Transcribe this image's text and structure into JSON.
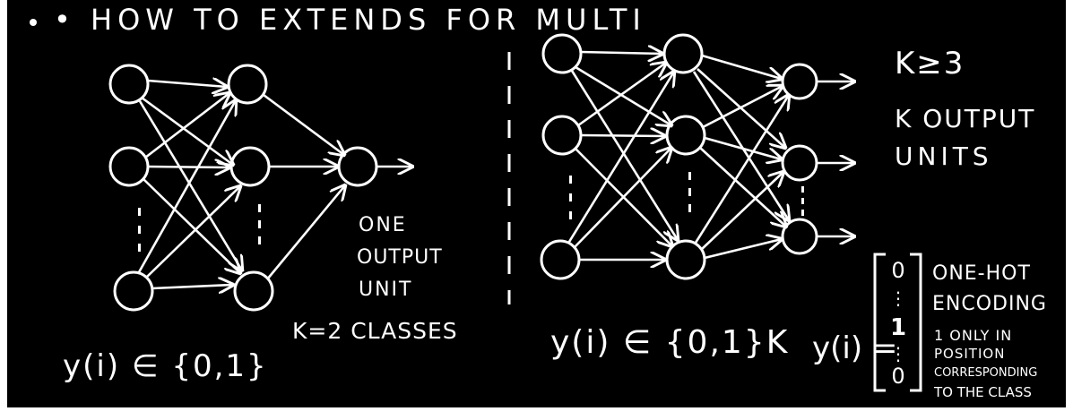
{
  "title": "• HOW TO EXTENDS FOR MULTI",
  "left": {
    "note": "ONE OUTPUT UNIT",
    "note_lines": [
      "ONE",
      "OUTPUT",
      "UNIT"
    ],
    "classes": "K=2 CLASSES",
    "label_y": "y(i) ∈ {0,1}"
  },
  "right": {
    "k_condition": "K≥3",
    "note_lines": [
      "K OUTPUT",
      "UNITS"
    ],
    "label_y": "y(i) ∈ {0,1}K",
    "vector_label": "y(i) =",
    "vector": [
      "0",
      "⋮",
      "1",
      "⋮",
      "0"
    ],
    "onehot_lines": [
      "ONE-HOT",
      "ENCODING"
    ],
    "desc_lines": [
      "1 ONLY IN",
      "POSITION",
      "CORRESPONDING",
      "TO THE CLASS"
    ]
  }
}
